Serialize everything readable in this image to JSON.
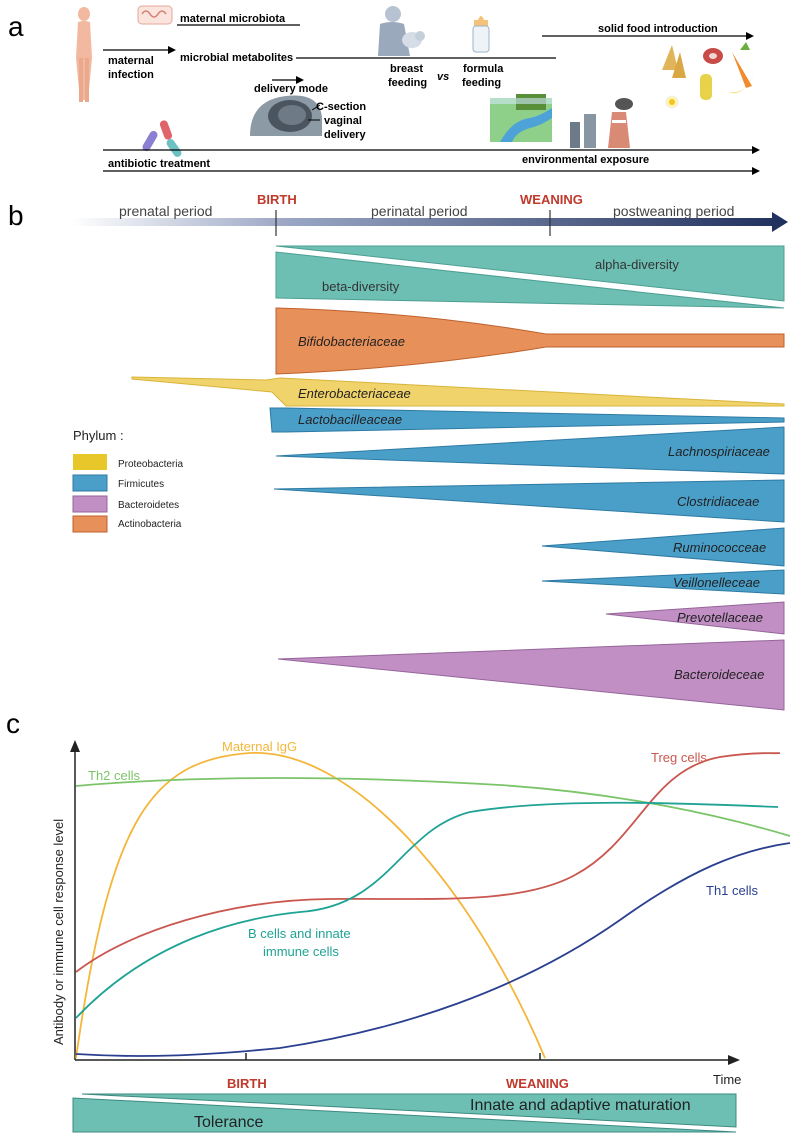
{
  "panel_a": {
    "letter": "a",
    "maternal_microbiota": "maternal microbiota",
    "maternal_infection": [
      "maternal",
      "infection"
    ],
    "microbial_metabolites": "microbial metabolites",
    "delivery_mode": "delivery mode",
    "c_section": "C-section",
    "vaginal_delivery": [
      "vaginal",
      "delivery"
    ],
    "breast_feeding": [
      "breast",
      "feeding"
    ],
    "vs": "vs",
    "formula_feeding": [
      "formula",
      "feeding"
    ],
    "solid_food": "solid food introduction",
    "antibiotic": "antibiotic treatment",
    "environmental": "environmental exposure",
    "icon_names": [
      "woman-icon",
      "microbiota-icon",
      "mother-baby-icon",
      "baby-bottle-icon",
      "foetus-icon",
      "pills-icon",
      "nature-icon",
      "factory-icon",
      "food-icon"
    ]
  },
  "panel_b": {
    "letter": "b",
    "timeline": {
      "prenatal": "prenatal period",
      "birth": "BIRTH",
      "perinatal": "perinatal period",
      "weaning": "WEANING",
      "postweaning": "postweaning period"
    },
    "alpha_diversity": "alpha-diversity",
    "beta_diversity": "beta-diversity",
    "families": {
      "bifido": "Bifidobacteriaceae",
      "entero": "Enterobacteriaceae",
      "lacto": "Lactobacilleaceae",
      "lachno": "Lachnospiriaceae",
      "clostri": "Clostridiaceae",
      "rumino": "Ruminococceae",
      "veillo": "Veillonelleceae",
      "prevo": "Prevotellaceae",
      "bactero": "Bacteroideceae"
    },
    "legend": {
      "title": "Phylum :",
      "items": [
        {
          "label": "Proteobacteria",
          "color": "#e8c72a"
        },
        {
          "label": "Firmicutes",
          "color": "#4a9fc9"
        },
        {
          "label": "Bacteroidetes",
          "color": "#c18fc4"
        },
        {
          "label": "Actinobacteria",
          "color": "#e8905a"
        }
      ]
    },
    "colors": {
      "diversity": "#6dbfb4",
      "actino": "#e8905a",
      "proteo": "#f0d36a",
      "firmi": "#4a9fc9",
      "bactero": "#c18fc4",
      "birth_red": "#c0392b",
      "arrow_dark": "#1f2f5c"
    }
  },
  "panel_c": {
    "letter": "c",
    "ylabel": "Antibody or immune cell response level",
    "xlabel": "Time",
    "birth": "BIRTH",
    "weaning": "WEANING",
    "labels": {
      "maternal_igg": "Maternal IgG",
      "th2": "Th2 cells",
      "treg": "Treg cells",
      "th1": "Th1 cells",
      "bcells": [
        "B cells and innate",
        "immune cells"
      ]
    },
    "tolerance": "Tolerance",
    "maturation": "Innate and adaptive maturation",
    "colors": {
      "maternal_igg": "#f4b63a",
      "th2": "#7cc46a",
      "treg": "#c9574f",
      "th1": "#2a3f8f",
      "bcells": "#1fa394",
      "band": "#6dbfb4"
    }
  }
}
